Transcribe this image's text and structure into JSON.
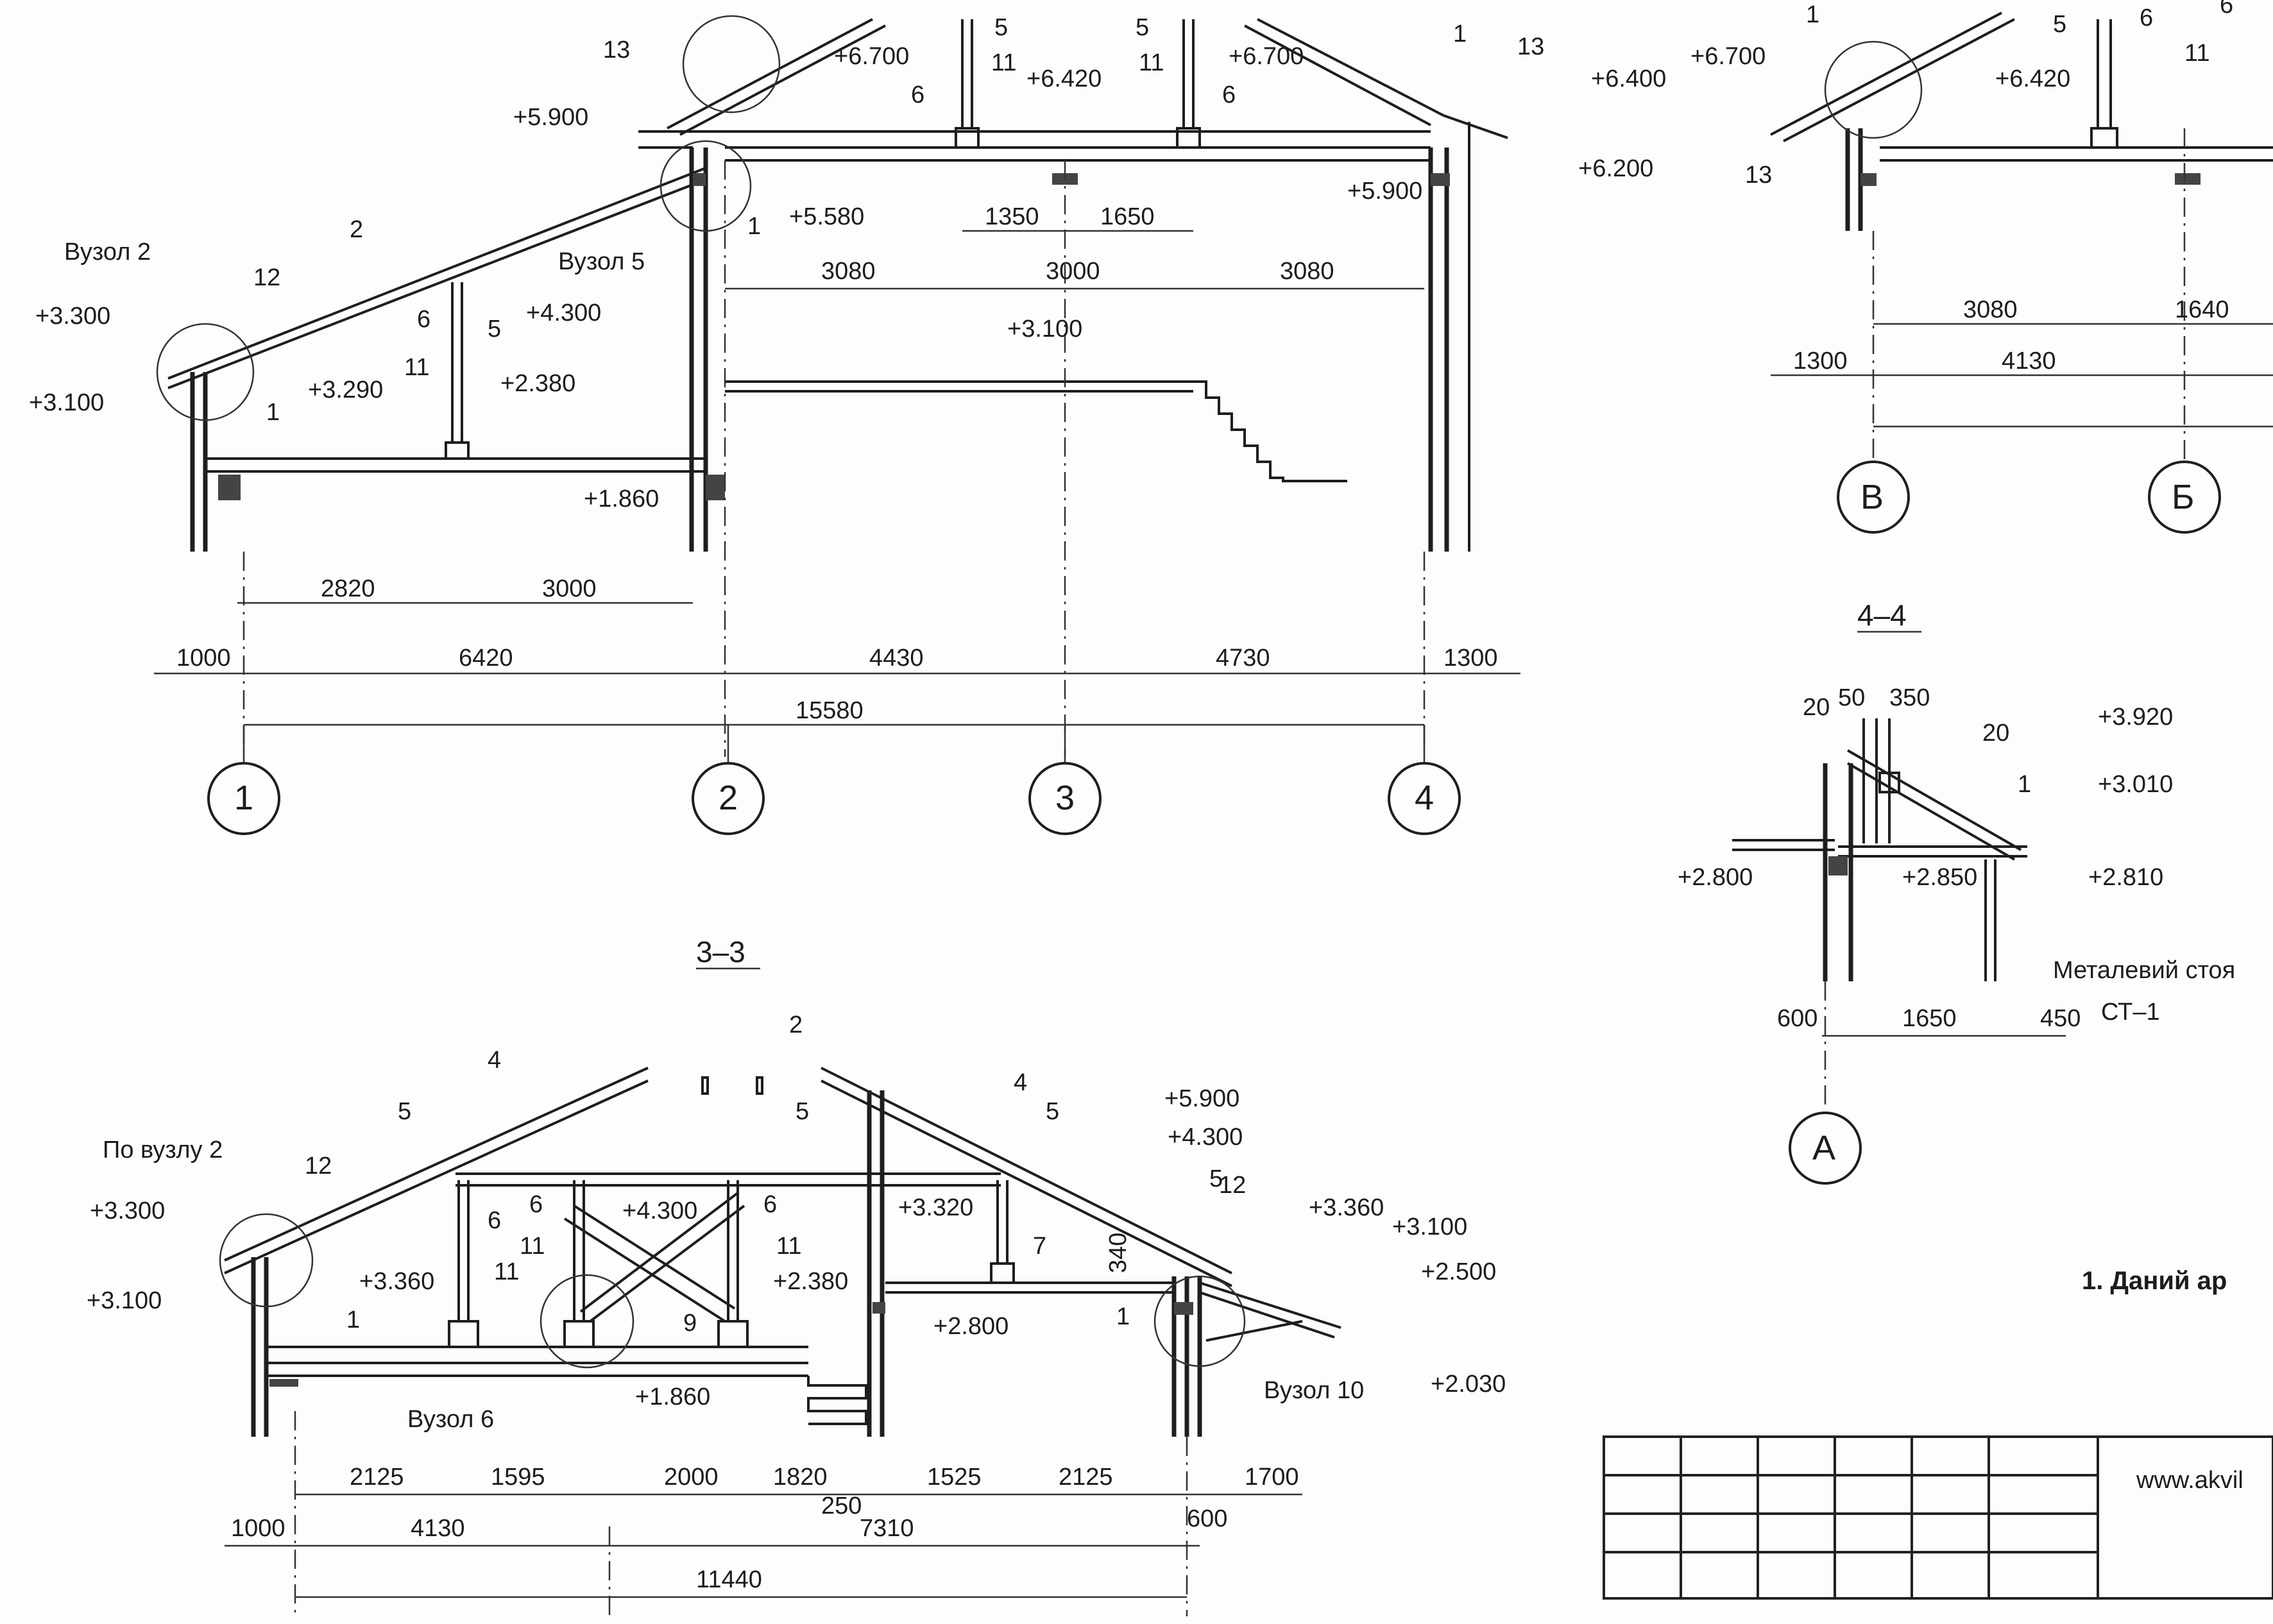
{
  "section_2_2": {
    "levels": [
      "+6.700",
      "+6.420",
      "+6.700",
      "+6.400",
      "+6.200",
      "+5.900",
      "+5.900",
      "+5.580",
      "+4.300",
      "+3.300",
      "+3.100",
      "+3.290",
      "+2.380",
      "+1.860",
      "+3.100"
    ],
    "callouts": [
      "13",
      "5",
      "5",
      "11",
      "11",
      "6",
      "6",
      "1",
      "13",
      "2",
      "12",
      "1",
      "6",
      "5",
      "11",
      "1"
    ],
    "nodes": [
      "Вузол 2",
      "Вузол 5"
    ],
    "dims_inner": [
      "1350",
      "1650",
      "3080",
      "3000",
      "3080",
      "2820",
      "3000"
    ],
    "dims_outer": [
      "1000",
      "6420",
      "4430",
      "4730",
      "1300"
    ],
    "dim_total": "15580",
    "axes": [
      "1",
      "2",
      "3",
      "4"
    ]
  },
  "section_right_top": {
    "levels": [
      "+6.700",
      "+6.420"
    ],
    "callouts": [
      "1",
      "5",
      "6",
      "6",
      "11",
      "13"
    ],
    "dims": [
      "3080",
      "1640",
      "1300",
      "4130"
    ],
    "axes": [
      "В",
      "Б"
    ]
  },
  "section_3_3": {
    "title": "3–3",
    "levels": [
      "+5.900",
      "+4.300",
      "+4.300",
      "+3.300",
      "+3.100",
      "+3.360",
      "+3.320",
      "+2.380",
      "+1.860",
      "+2.800",
      "+3.360",
      "+3.100",
      "+2.500",
      "+2.030"
    ],
    "callouts": [
      "2",
      "4",
      "4",
      "5",
      "5",
      "5",
      "5",
      "12",
      "6",
      "6",
      "6",
      "11",
      "11",
      "11",
      "1",
      "9",
      "7",
      "1",
      "12"
    ],
    "dim_340": "340",
    "nodes": [
      "По вузлу 2",
      "Вузол 6",
      "Вузол 10"
    ],
    "dims_inner": [
      "2125",
      "1595",
      "2000",
      "1820",
      "250",
      "1525",
      "2125",
      "1700"
    ],
    "dims_outer": [
      "1000",
      "4130",
      "7310",
      "600"
    ],
    "dim_total": "11440"
  },
  "section_4_4": {
    "title": "4–4",
    "levels": [
      "+3.920",
      "+3.010",
      "+2.800",
      "+2.850",
      "+2.810"
    ],
    "callouts": [
      "20",
      "20",
      "1"
    ],
    "top_dims": [
      "50",
      "350"
    ],
    "label_post": "Металевий стоя",
    "label_post_code": "СТ–1",
    "dims": [
      "600",
      "1650",
      "450"
    ],
    "axes": [
      "А"
    ]
  },
  "note_text": "1.  Даний ар",
  "stamp_url": "www.akvil"
}
